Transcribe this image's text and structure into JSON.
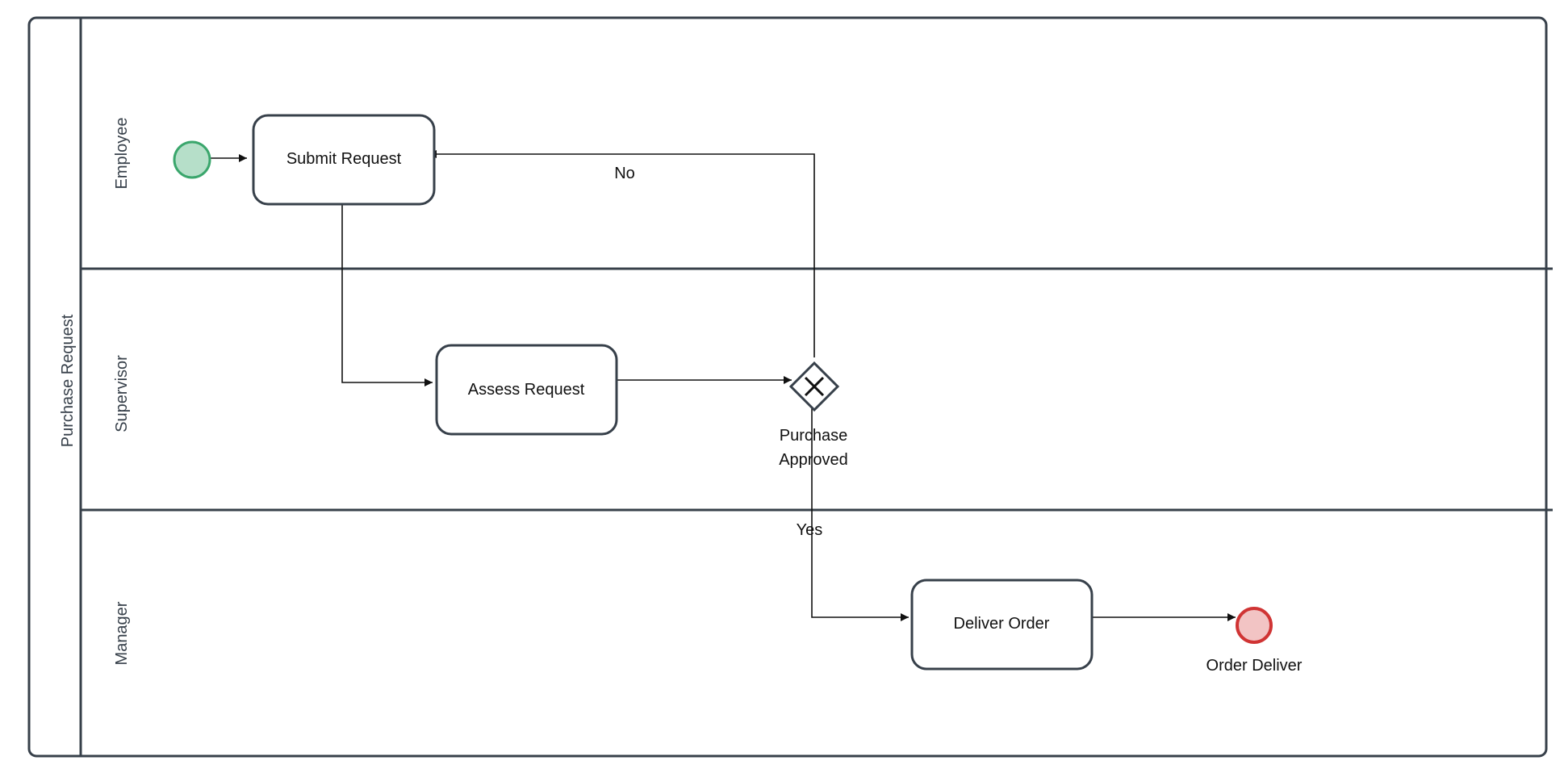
{
  "diagram": {
    "pool_label": "Purchase Request",
    "lanes": [
      "Employee",
      "Supervisor",
      "Manager"
    ],
    "tasks": [
      "Submit Request",
      "Assess Request",
      "Deliver Order"
    ],
    "gateway_label_line1": "Purchase",
    "gateway_label_line2": "Approved",
    "flow_no": "No",
    "flow_yes": "Yes",
    "end_label": "Order Deliver"
  },
  "colors": {
    "outline": "#37404a",
    "start_fill": "#b6dfc9",
    "start_stroke": "#3aa66c",
    "end_fill": "#f2c4c4",
    "end_stroke": "#d03434"
  }
}
